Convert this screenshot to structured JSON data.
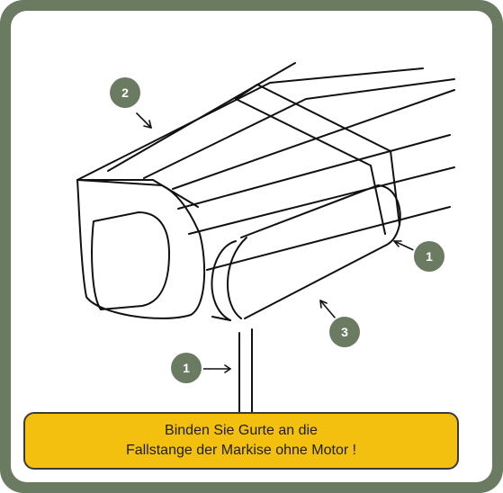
{
  "colors": {
    "frame": "#6b7b61",
    "badge": "#6b7b61",
    "caption_bg": "#f3c010",
    "line": "#111111"
  },
  "labels": {
    "badge_top_left": "2",
    "badge_right": "1",
    "badge_bottom_center": "3",
    "badge_bottom_left": "1"
  },
  "caption": {
    "line1": "Binden Sie Gurte an die",
    "line2": "Fallstange der Markise ohne Motor !"
  },
  "icons": [
    "arrow-icon"
  ]
}
